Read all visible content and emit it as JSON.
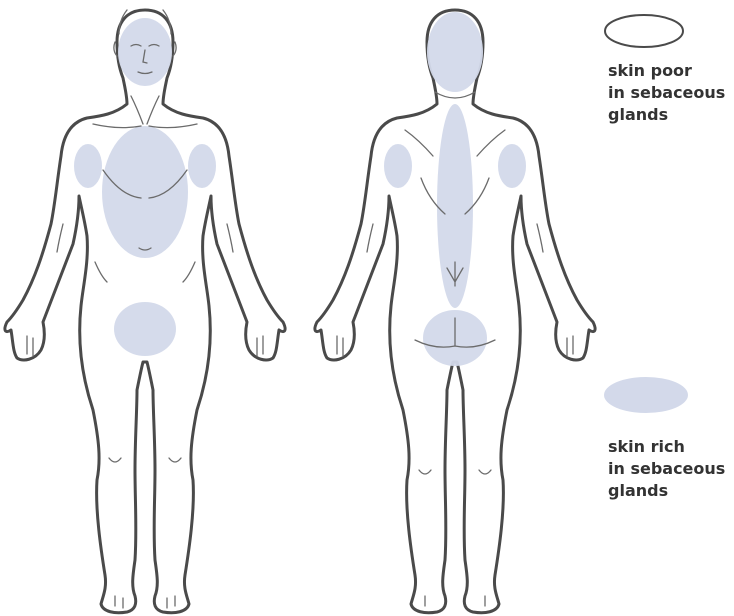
{
  "colors": {
    "outline": "#4a4a4a",
    "rich_fill": "#d3d9ea",
    "background": "#ffffff"
  },
  "figures": [
    "front-view",
    "back-view"
  ],
  "legend": {
    "poor": {
      "lines": [
        "skin poor",
        "in sebaceous",
        "glands"
      ],
      "swatch": "empty-ellipse"
    },
    "rich": {
      "lines": [
        "skin rich",
        "in sebaceous",
        "glands"
      ],
      "swatch": "filled-ellipse"
    }
  }
}
